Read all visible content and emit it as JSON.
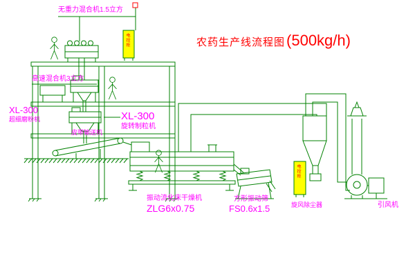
{
  "title": {
    "text": "农药生产线流程图",
    "capacity": "(500kg/h)"
  },
  "labels": {
    "gravity_mixer": "无重力混合机1.5立方",
    "high_speed_mixer": "高速混合机3立方",
    "mill_model": "XL-300",
    "mill_name": "超细磨粉机",
    "granulator_model": "XL-300",
    "granulator_name": "旋转制粒机",
    "belt_conveyor": "皮带输送机",
    "dryer_name": "振动流化床干燥机",
    "dryer_model": "ZLG6x0.75",
    "screen_name": "方形振动筛",
    "screen_model": "FS0.6x1.5",
    "cyclone_name": "旋风除尘器",
    "fan_name": "引风机",
    "control_cabinet": "电控柜"
  },
  "colors": {
    "line": "#008000",
    "label": "#ff00ff",
    "title": "#ff0000",
    "cabinet_fill": "#ffff00",
    "marker": "#ff0000",
    "background": "#ffffff"
  }
}
